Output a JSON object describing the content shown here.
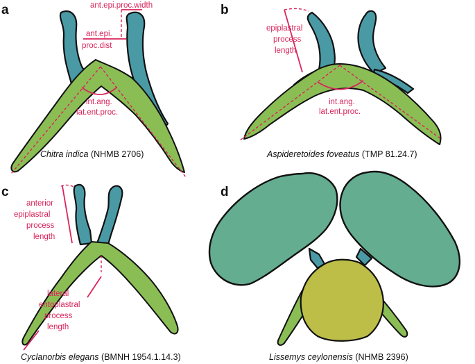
{
  "panels": [
    {
      "letter": "a",
      "species": "Chitra indica",
      "specimen": "(NHMB 2706)",
      "labels": {
        "width_label": "ant.epi.proc.width",
        "dist_label_1": "ant.epi.",
        "dist_label_2": "proc.dist",
        "angle_label_1": "int.ang.",
        "angle_label_2": "lat.ent.proc."
      }
    },
    {
      "letter": "b",
      "species": "Aspideretoides foveatus",
      "specimen": "(TMP 81.24.7)",
      "labels": {
        "epi_label_1": "epiplastral",
        "epi_label_2": "process",
        "epi_label_3": "length",
        "angle_label_1": "int.ang.",
        "angle_label_2": "lat.ent.proc."
      }
    },
    {
      "letter": "c",
      "species": "Cyclanorbis elegans",
      "specimen": "(BMNH 1954.1.14.3)",
      "labels": {
        "epi_label_1": "anterior",
        "epi_label_2": "epiplastral",
        "epi_label_3": "process",
        "epi_label_4": "length",
        "ento_label_1": "lateral",
        "ento_label_2": "entoplastral",
        "ento_label_3": "process",
        "ento_label_4": "length"
      }
    },
    {
      "letter": "d",
      "species": "Lissemys ceylonensis",
      "specimen": "(NHMB 2396)"
    }
  ],
  "colors": {
    "epiplastron": "#4a9aa6",
    "entoplastron": "#8bbd55",
    "hyoplastron": "#64ad90",
    "central_plate": "#bdbe48",
    "measurement": "#d8245a"
  }
}
